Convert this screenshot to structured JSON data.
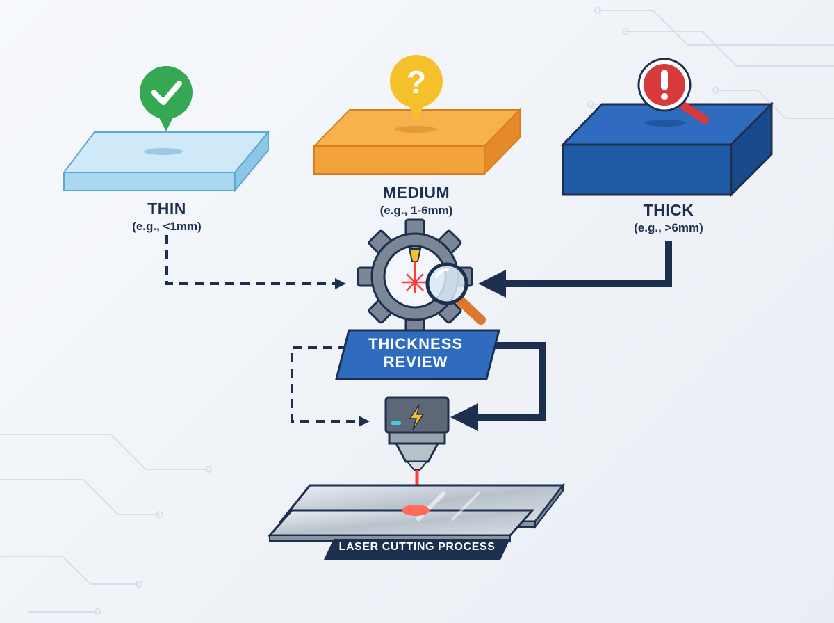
{
  "colors": {
    "thin": "#a9d8f0",
    "medium": "#f2a33a",
    "thick": "#1f5aa6",
    "navy": "#1d2f4f",
    "ok": "#34a853",
    "question": "#f6c02b",
    "alert": "#d63a3a",
    "laser": "#ff3b3b",
    "review_blue": "#2f6cc0"
  },
  "materials": [
    {
      "id": "thin",
      "name": "THIN",
      "example": "(e.g., <1mm)",
      "marker": "check-icon",
      "connector": "dashed"
    },
    {
      "id": "medium",
      "name": "MEDIUM",
      "example": "(e.g., 1-6mm)",
      "marker": "question-icon",
      "connector": "none"
    },
    {
      "id": "thick",
      "name": "THICK",
      "example": "(e.g., >6mm)",
      "marker": "alert-magnifier-icon",
      "connector": "solid"
    }
  ],
  "review": {
    "label": "THICKNESS\nREVIEW",
    "icon": "gear-magnifier-icon"
  },
  "cutter": {
    "icon": "lightning-icon"
  },
  "process": {
    "label": "LASER CUTTING PROCESS"
  }
}
